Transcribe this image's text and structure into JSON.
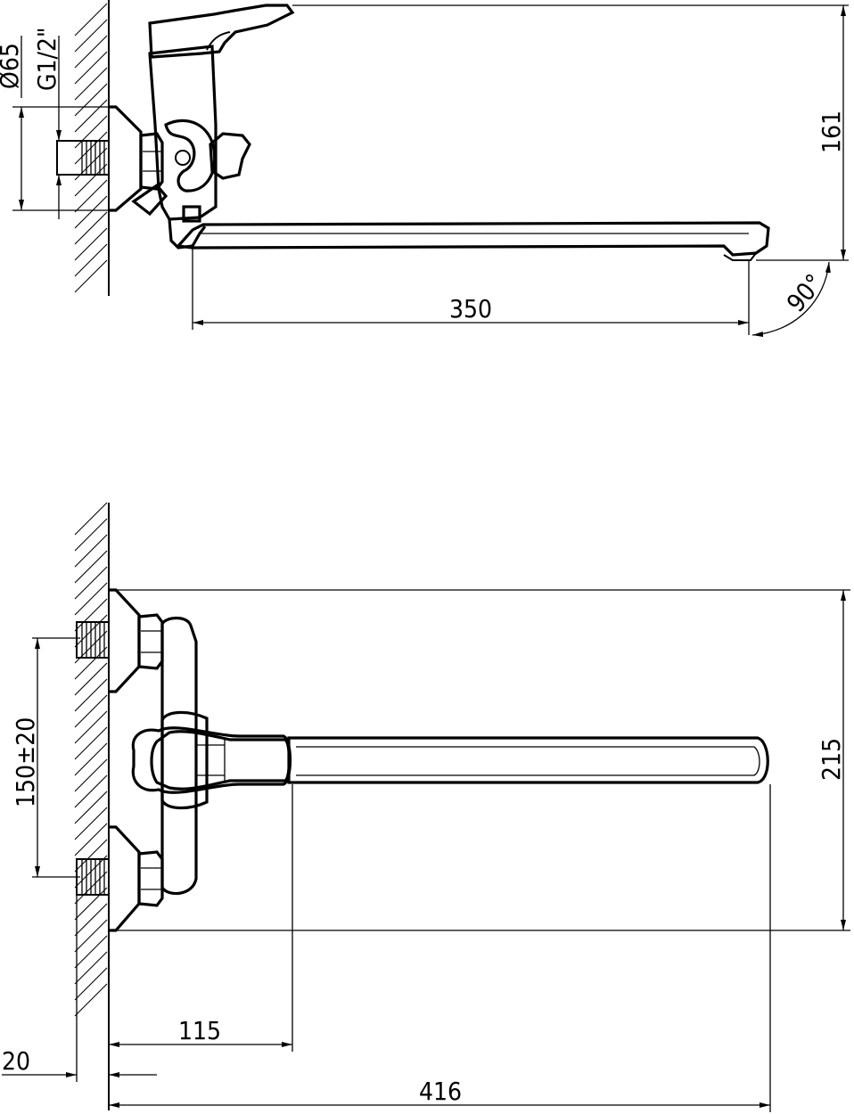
{
  "side_view": {
    "dim_flange_diameter": "Ø65",
    "dim_thread": "G1/2\"",
    "dim_height": "161",
    "dim_spout_length": "350",
    "dim_angle": "90°"
  },
  "top_view": {
    "dim_inlet_spacing": "150±20",
    "dim_depth": "215",
    "dim_spout_axis": "115",
    "dim_wall_offset": "20",
    "dim_total_length": "416"
  }
}
